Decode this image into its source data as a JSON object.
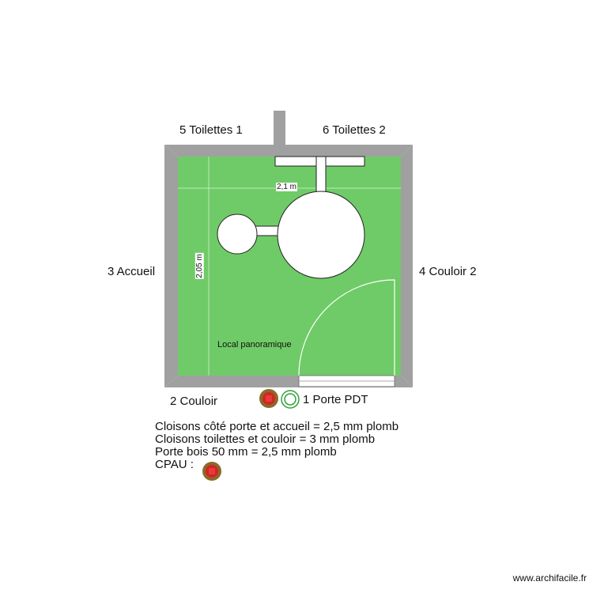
{
  "plan": {
    "room_name": "Local panoramique",
    "dim_horizontal": "2,1 m",
    "dim_vertical": "2,05 m",
    "colors": {
      "floor": "#6fcb67",
      "wall": "#a0a0a0",
      "fixture": "#ffffff",
      "marker_red": "#d42424",
      "marker_ring": "#8a6a2a",
      "marker_green": "#2fa33a"
    }
  },
  "neighbors": {
    "top_left": "5 Toilettes 1",
    "top_right": "6 Toilettes 2",
    "left": "3 Accueil",
    "right": "4 Couloir 2",
    "bottom_left": "2 Couloir",
    "bottom_right": "1 Porte PDT"
  },
  "notes": [
    "Cloisons côté porte et accueil = 2,5 mm plomb",
    "Cloisons toilettes et couloir = 3 mm plomb",
    "Porte bois 50 mm = 2,5 mm plomb",
    "CPAU :"
  ],
  "watermark": "www.archifacile.fr"
}
